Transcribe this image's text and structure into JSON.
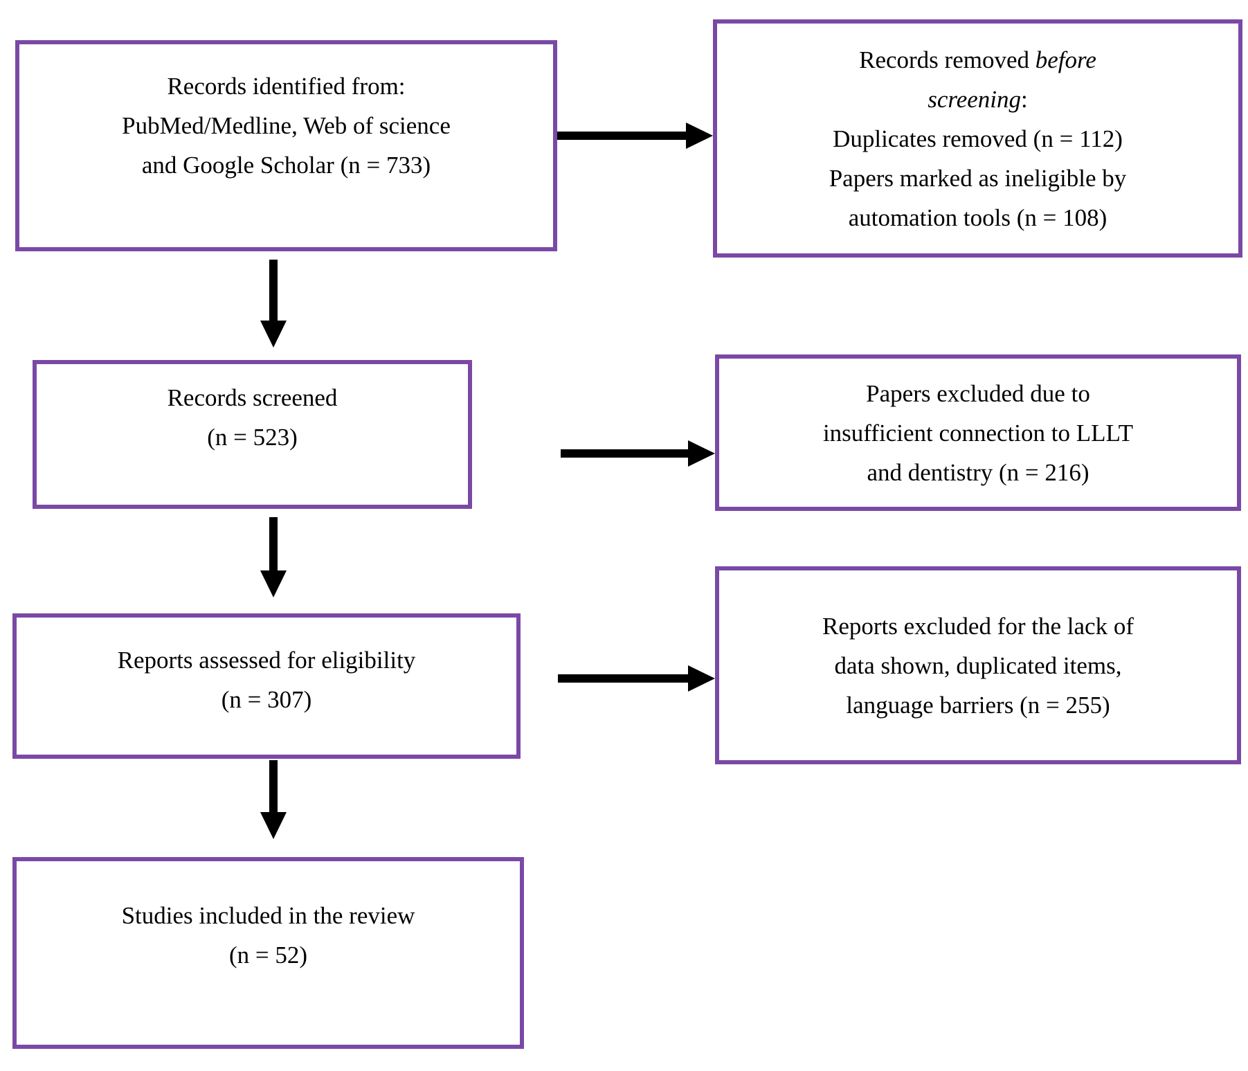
{
  "colors": {
    "border": "#7a49a6",
    "arrow": "#000000",
    "text": "#000000",
    "background": "#ffffff"
  },
  "boxes": {
    "records_identified": {
      "lines": [
        "Records identified from:",
        "PubMed/Medline, Web of science",
        "and Google Scholar (n = 733)"
      ]
    },
    "records_removed": {
      "line1_text": "Records removed ",
      "line1_italic": "before",
      "line2_italic": "screening",
      "line2_colon": ":",
      "line3": "Duplicates removed (n = 112)",
      "line4": "Papers marked as ineligible by",
      "line5": "automation tools (n = 108)"
    },
    "records_screened": {
      "lines": [
        "Records screened",
        "(n = 523)"
      ]
    },
    "papers_excluded": {
      "lines": [
        "Papers excluded due to",
        "insufficient connection to LLLT",
        "and dentistry (n = 216)"
      ]
    },
    "reports_assessed": {
      "lines": [
        "Reports assessed for eligibility",
        "(n = 307)"
      ]
    },
    "reports_excluded": {
      "lines": [
        "Reports excluded for the lack of",
        "data shown, duplicated items,",
        "language barriers (n = 255)"
      ]
    },
    "studies_included": {
      "lines": [
        "Studies included in the review",
        "(n = 52)"
      ]
    }
  }
}
